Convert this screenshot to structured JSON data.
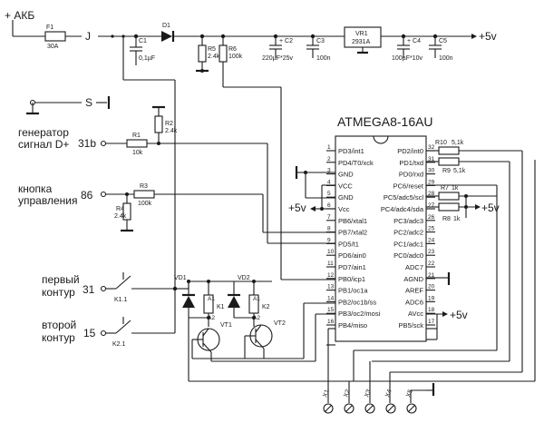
{
  "labels": {
    "akb": "+ АКБ",
    "J": "J",
    "S": "S",
    "gen_line1": "генератор",
    "gen_line2": "сигнал D+",
    "gen_pin": "31b",
    "btn_line1": "кнопка",
    "btn_line2": "управления",
    "btn_pin": "86",
    "c1_line1": "первый",
    "c1_line2": "контур",
    "c1_pin": "31",
    "c2_line1": "второй",
    "c2_line2": "контур",
    "c2_pin": "15",
    "plus5_top": "+5v",
    "plus5_a": "+5v",
    "plus5_b": "+5v",
    "plus5_c": "+5v"
  },
  "components": {
    "F1": {
      "ref": "F1",
      "val": "30A"
    },
    "D1": {
      "ref": "D1"
    },
    "C1": {
      "ref": "C1",
      "val": "0,1µF"
    },
    "R5": {
      "ref": "R5",
      "val": "2.4k"
    },
    "R6": {
      "ref": "R6",
      "val": "100k"
    },
    "C2": {
      "ref": "+ C2",
      "val": "220µF*25v"
    },
    "C3": {
      "ref": "C3",
      "val": "100n"
    },
    "VR1": {
      "ref": "VR1",
      "val": "2931A"
    },
    "C4": {
      "ref": "+ C4",
      "val": "100µF*10v"
    },
    "C5": {
      "ref": "C5",
      "val": "100n"
    },
    "R1": {
      "ref": "R1",
      "val": "10k"
    },
    "R2": {
      "ref": "R2",
      "val": "2.4k"
    },
    "R3": {
      "ref": "R3",
      "val": "100k"
    },
    "R4": {
      "ref": "R4",
      "val": "2.4k"
    },
    "R7": {
      "ref": "R7",
      "val": "1k"
    },
    "R8": {
      "ref": "R8",
      "val": "1k"
    },
    "R9": {
      "ref": "R9",
      "val": "5,1k"
    },
    "R10": {
      "ref": "R10",
      "val": "5,1k"
    },
    "K1": {
      "ref": "K1",
      "sw": "K1.1",
      "a1": "A1",
      "a2": "A2"
    },
    "K2": {
      "ref": "K2",
      "sw": "K2.1",
      "a1": "A1",
      "a2": "A2"
    },
    "VD1": {
      "ref": "VD1"
    },
    "VD2": {
      "ref": "VD2"
    },
    "VT1": {
      "ref": "VT1"
    },
    "VT2": {
      "ref": "VT2"
    }
  },
  "chip": {
    "name": "ATMEGA8-16AU",
    "left_pins": [
      {
        "label": "PD3/int1",
        "num": "1"
      },
      {
        "label": "PD4/T0/xck",
        "num": "2"
      },
      {
        "label": "GND",
        "num": "3"
      },
      {
        "label": "VCC",
        "num": "4"
      },
      {
        "label": "GND",
        "num": "5"
      },
      {
        "label": "Vcc",
        "num": "6"
      },
      {
        "label": "PB6/xtal1",
        "num": "7"
      },
      {
        "label": "PB7/xtal2",
        "num": "8"
      },
      {
        "label": "PD5/t1",
        "num": "9"
      },
      {
        "label": "PD6/ain0",
        "num": "10"
      },
      {
        "label": "PD7/ain1",
        "num": "11"
      },
      {
        "label": "PB0/icp1",
        "num": "12"
      },
      {
        "label": "PB1/oc1a",
        "num": "13"
      },
      {
        "label": "PB2/oc1b/ss",
        "num": "14"
      },
      {
        "label": "PB3/oc2/mosi",
        "num": "15"
      },
      {
        "label": "PB4/miso",
        "num": "16"
      }
    ],
    "right_pins": [
      {
        "label": "PD2/int0",
        "num": "32"
      },
      {
        "label": "PD1/txd",
        "num": "31"
      },
      {
        "label": "PD0/rxd",
        "num": "30"
      },
      {
        "label": "PC6/reset",
        "num": "29"
      },
      {
        "label": "PC5/adc5/scl",
        "num": "28"
      },
      {
        "label": "PC4/adc4/sda",
        "num": "27"
      },
      {
        "label": "PC3/adc3",
        "num": "26"
      },
      {
        "label": "PC2/adc2",
        "num": "25"
      },
      {
        "label": "PC1/adc1",
        "num": "24"
      },
      {
        "label": "PC0/adc0",
        "num": "23"
      },
      {
        "label": "ADC7",
        "num": "22"
      },
      {
        "label": "AGND",
        "num": "21"
      },
      {
        "label": "AREF",
        "num": "20"
      },
      {
        "label": "ADC6",
        "num": "19"
      },
      {
        "label": "AVcc",
        "num": "18"
      },
      {
        "label": "PB5/sck",
        "num": "17"
      }
    ]
  },
  "connectors": [
    "X1",
    "X2",
    "X3",
    "X4",
    "X5"
  ]
}
